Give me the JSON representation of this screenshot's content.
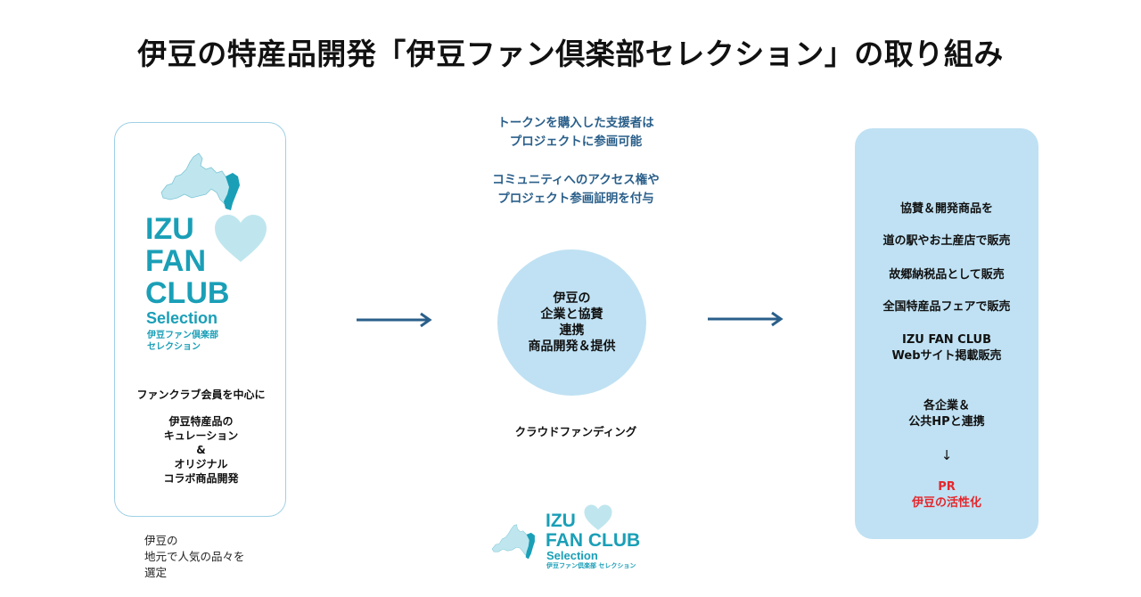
{
  "title": "伊豆の特産品開発「伊豆ファン倶楽部セレクション」の取り組み",
  "logo": {
    "line1": "IZU",
    "line2": "FAN",
    "line3": "CLUB",
    "selection": "Selection",
    "jp_line1": "伊豆ファン倶楽部",
    "jp_line2": "セレクション",
    "small_line1": "IZU",
    "small_line2": "FAN CLUB",
    "small_selection": "Selection",
    "small_jp": "伊豆ファン倶楽部 セレクション"
  },
  "left_card": {
    "line1": "ファンクラブ会員を中心に",
    "line2": "伊豆特産品の",
    "line3": "キュレーション",
    "line4": "&",
    "line5": "オリジナル",
    "line6": "コラボ商品開発"
  },
  "left_note": {
    "line1": "伊豆の",
    "line2": "地元で人気の品々を",
    "line3": "選定"
  },
  "center": {
    "top_line1": "トークンを購入した支援者は",
    "top_line2": "プロジェクトに参画可能",
    "top_line3": "コミュニティへのアクセス権や",
    "top_line4": "プロジェクト参画証明を付与",
    "circle_line1": "伊豆の",
    "circle_line2": "企業と協賛",
    "circle_line3": "連携",
    "circle_line4": "商品開発＆提供",
    "crowdfunding": "クラウドファンディング"
  },
  "right_panel": {
    "item1": "協賛＆開発商品を",
    "item2": "道の駅やお土産店で販売",
    "item3": "故郷納税品として販売",
    "item4": "全国特産品フェアで販売",
    "item5_line1": "IZU FAN CLUB",
    "item5_line2": "Webサイト掲載販売",
    "item6_line1": "各企業＆",
    "item6_line2": "公共HPと連携",
    "down_arrow": "↓",
    "pr_line1": "PR",
    "pr_line2": "伊豆の活性化"
  },
  "colors": {
    "teal": "#1a9fb7",
    "navy_text": "#2a5f8a",
    "light_blue": "#bfe1f3",
    "heart": "#bfe6ee",
    "arrow": "#2a5f8a",
    "red": "#e5262b"
  },
  "icons": [
    "izu-map-icon",
    "heart-icon",
    "arrow-right-icon",
    "arrow-down-icon"
  ]
}
